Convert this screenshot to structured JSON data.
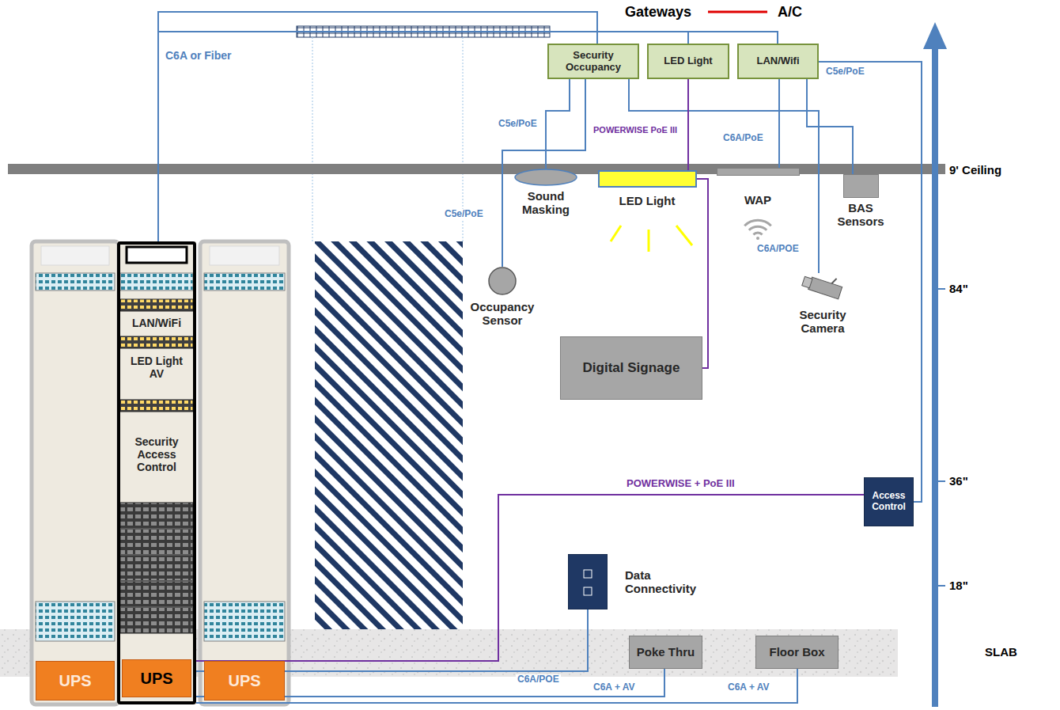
{
  "diagram": {
    "nodes": [
      {
        "text": [
          "Security Occupancy"
        ]
      },
      {
        "text": [
          "LED Light"
        ]
      },
      {
        "text": [
          "LAN/Wifi"
        ]
      },
      {
        "text": [
          "LED Light"
        ]
      },
      {
        "text": [
          "Sound Masking"
        ]
      },
      {
        "text": [
          "WAP"
        ]
      },
      {
        "text": [
          "BAS Sensors"
        ]
      },
      {
        "text": [
          "Occupancy Sensor"
        ]
      },
      {
        "text": [
          "Security Camera"
        ]
      },
      {
        "text": [
          "Digital Signage"
        ]
      },
      {
        "text": [
          "Access Control"
        ]
      },
      {
        "text": [
          "Data Connectivity"
        ]
      },
      {
        "text": [
          "Poke Thru"
        ]
      },
      {
        "text": [
          "Floor Box"
        ]
      },
      {
        "text": [
          "LAN/WiFi",
          "LED Light AV",
          "Security Access Control"
        ]
      },
      {
        "text": [
          "UPS"
        ]
      },
      {
        "text": [
          "UPS"
        ],
        "in": 14
      },
      {
        "text": [
          "UPS"
        ]
      }
    ],
    "edges": [
      {
        "from": 14,
        "to": 0,
        "arrow": "none",
        "label": "C6A or Fiber"
      },
      {
        "from": 14,
        "to": 1,
        "arrow": "none"
      },
      {
        "from": 14,
        "to": 2,
        "arrow": "none"
      },
      {
        "from": 0,
        "to": 4,
        "arrow": "none",
        "label": "C5e/PoE"
      },
      {
        "from": 0,
        "to": 7,
        "arrow": "none",
        "label": "C5e/PoE"
      },
      {
        "from": 2,
        "to": 10,
        "arrow": "none",
        "label": "C5e/PoE"
      },
      {
        "from": 0,
        "to": 8,
        "arrow": "none",
        "label": "C6A/POE"
      },
      {
        "from": 2,
        "to": 5,
        "arrow": "none",
        "label": "C6A/PoE"
      },
      {
        "from": 2,
        "to": 6,
        "arrow": "none"
      },
      {
        "from": 1,
        "to": 3,
        "arrow": "none",
        "label": "POWERWISE PoE III"
      },
      {
        "from": 3,
        "to": 9,
        "arrow": "none"
      },
      {
        "from": 14,
        "to": 10,
        "arrow": "none",
        "label": "POWERWISE + PoE III"
      },
      {
        "from": 14,
        "to": 11,
        "arrow": "none",
        "label": "C6A/POE"
      },
      {
        "from": 14,
        "to": 12,
        "arrow": "none",
        "label": "C6A + AV"
      },
      {
        "from": 14,
        "to": 13,
        "arrow": "none",
        "label": "C6A + AV"
      }
    ],
    "labels": [
      "Gateways",
      "A/C",
      "9' Ceiling",
      "84\"",
      "36\"",
      "18\"",
      "SLAB"
    ]
  }
}
